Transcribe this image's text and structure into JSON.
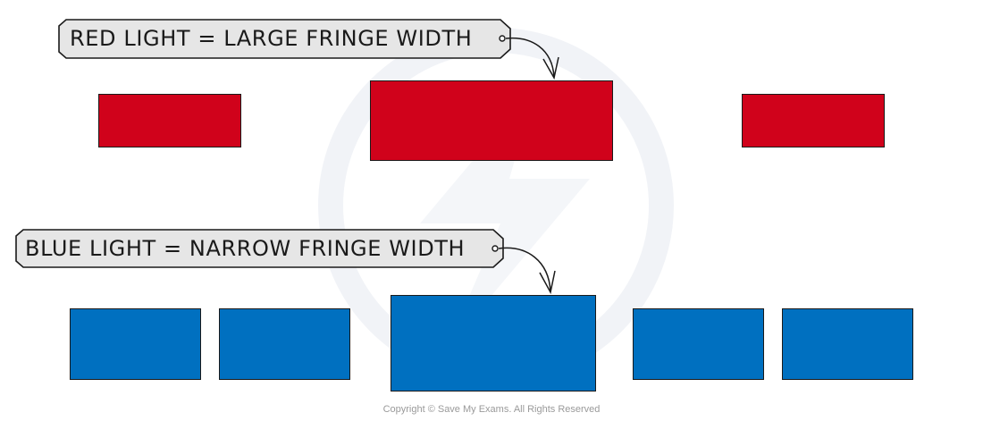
{
  "red_label": "RED LIGHT = LARGE FRINGE WIDTH",
  "blue_label": "BLUE LIGHT = NARROW FRINGE WIDTH",
  "copyright": "Copyright © Save My Exams. All Rights Reserved",
  "colors": {
    "red_fringe": "#d0021b",
    "blue_fringe": "#0070c0",
    "tag_fill": "#e6e6e6",
    "outline": "#1a1a1a"
  }
}
